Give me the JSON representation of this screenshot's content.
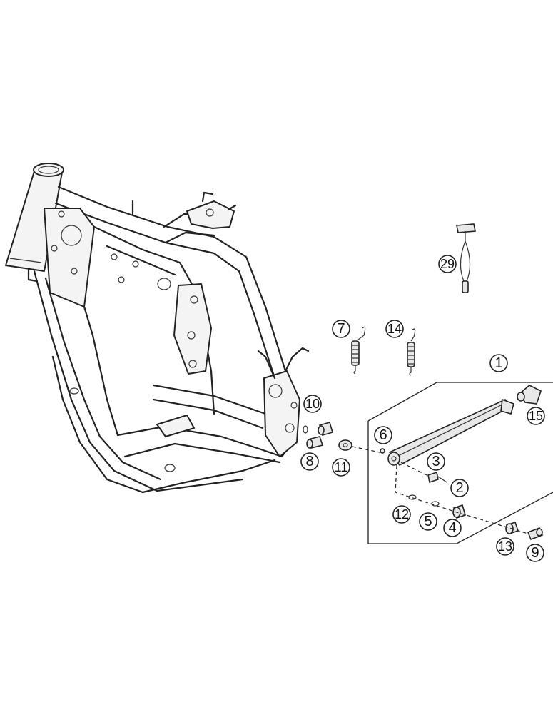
{
  "callouts": [
    {
      "id": "c1",
      "label": "1"
    },
    {
      "id": "c2",
      "label": "2"
    },
    {
      "id": "c3",
      "label": "3"
    },
    {
      "id": "c4",
      "label": "4"
    },
    {
      "id": "c5",
      "label": "5"
    },
    {
      "id": "c6",
      "label": "6"
    },
    {
      "id": "c7",
      "label": "7"
    },
    {
      "id": "c8",
      "label": "8"
    },
    {
      "id": "c9",
      "label": "9"
    },
    {
      "id": "c10",
      "label": "10"
    },
    {
      "id": "c11",
      "label": "11"
    },
    {
      "id": "c12",
      "label": "12"
    },
    {
      "id": "c13",
      "label": "13"
    },
    {
      "id": "c14",
      "label": "14"
    },
    {
      "id": "c15",
      "label": "15"
    },
    {
      "id": "c29",
      "label": "29"
    }
  ]
}
